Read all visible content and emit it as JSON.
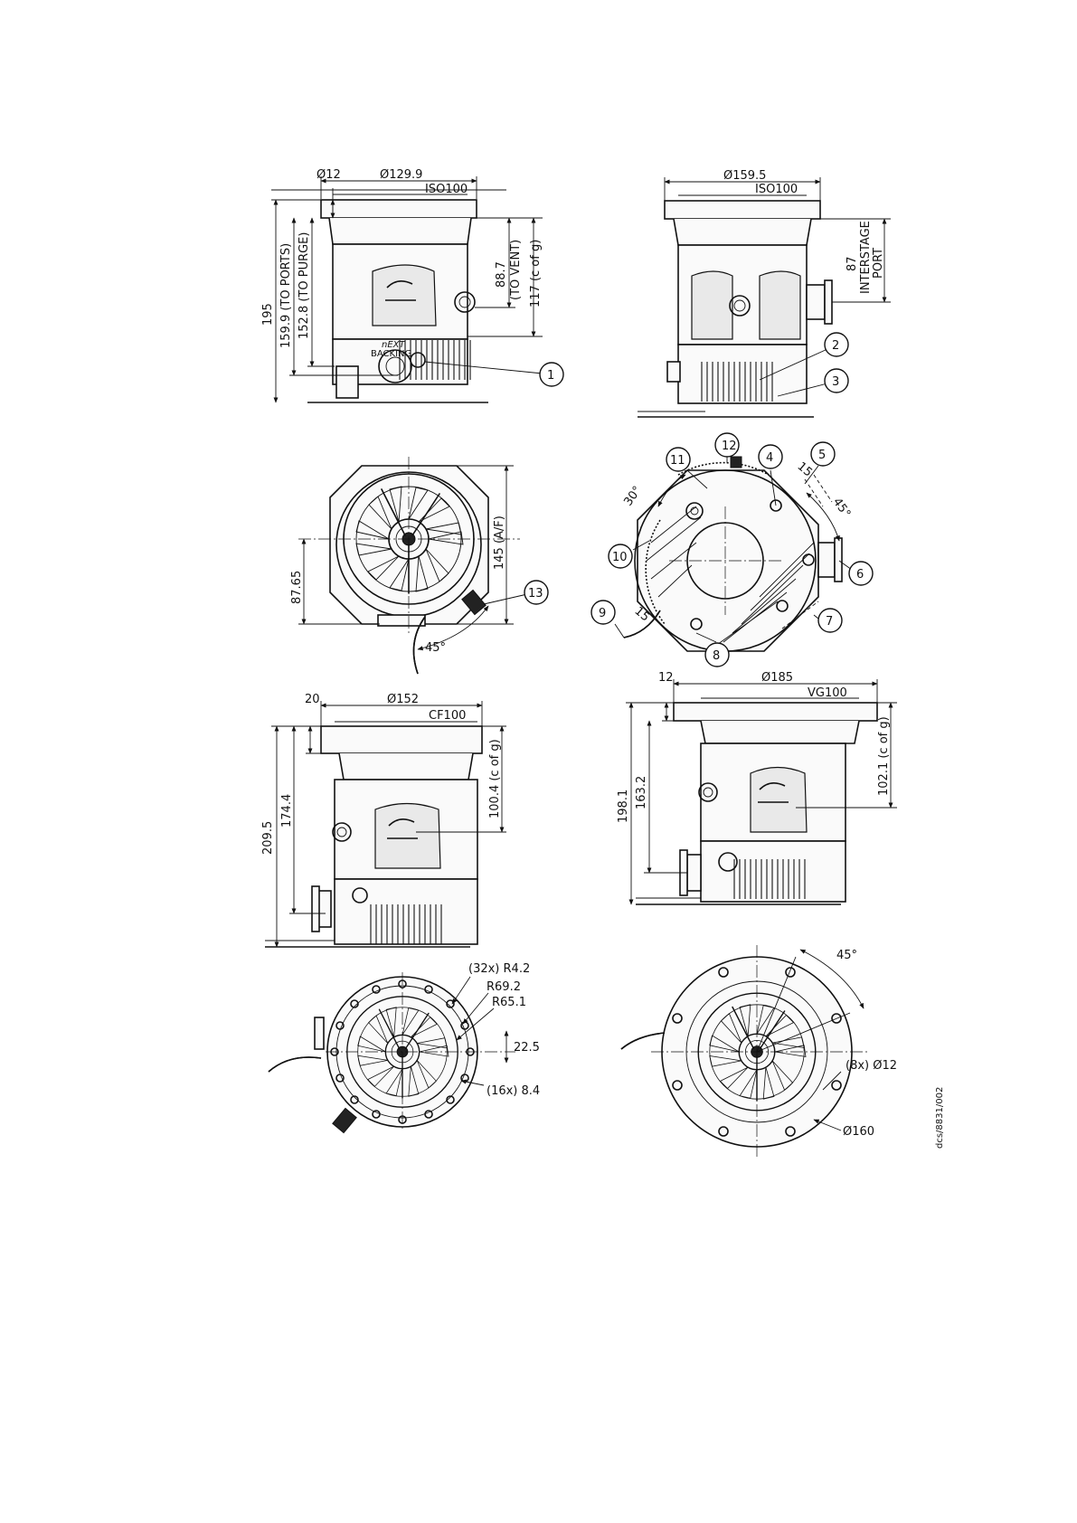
{
  "views": {
    "iso100_side": {
      "flange": "ISO100",
      "dia": "Ø129.9",
      "flange_thk": "Ø12",
      "h_total": "195",
      "h_ports": "159.9 (TO PORTS)",
      "h_purge": "152.8 (TO PURGE)",
      "vent": "88.7",
      "vent_note": "(TO VENT)",
      "cog": "117 (c of g)",
      "backing": "BACKING"
    },
    "iso100_interstage": {
      "flange": "ISO100",
      "dia": "Ø159.5",
      "port_dim": "87",
      "port_label_1": "INTERSTAGE",
      "port_label_2": "PORT"
    },
    "top_view_left": {
      "af": "145 (A/F)",
      "offset": "87.65",
      "angle": "45°"
    },
    "top_view_right": {
      "angle_30": "30°",
      "angle_45": "45°",
      "d15a": "15",
      "d15b": "15"
    },
    "cf100_side": {
      "flange": "CF100",
      "dia": "Ø152",
      "flange_thk": "20",
      "h_total": "209.5",
      "h2": "174.4",
      "cog": "100.4 (c of g)"
    },
    "vg100_side": {
      "flange": "VG100",
      "dia": "Ø185",
      "flange_thk": "12",
      "h_total": "198.1",
      "h2": "163.2",
      "cog": "102.1 (c of g)"
    },
    "cf100_top": {
      "r42": "(32x) R4.2",
      "r692": "R69.2",
      "r651": "R65.1",
      "ang": "22.5",
      "holes": "(16x) 8.4"
    },
    "vg100_top": {
      "ang": "45°",
      "holes": "(8x) Ø12",
      "pcd": "Ø160"
    }
  },
  "callouts": [
    "1",
    "2",
    "3",
    "4",
    "5",
    "6",
    "7",
    "8",
    "9",
    "10",
    "11",
    "12",
    "13"
  ],
  "logo_text": "nEXT",
  "doc_ref": "dcs/8831/002"
}
